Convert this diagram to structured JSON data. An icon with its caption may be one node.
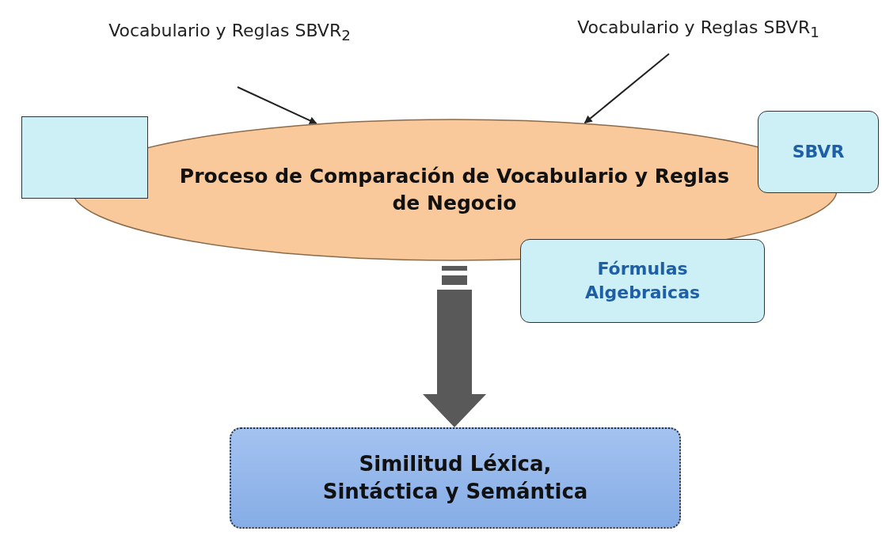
{
  "diagram": {
    "nodes": [
      {
        "text": [
          "Vocabulario y Reglas SBVR$_{2}$"
        ]
      },
      {
        "text": [
          "Vocabulario y Reglas SBVR$_{1}$"
        ]
      },
      {
        "text": [
          "Proceso de Comparación de Vocabulario y Reglas de Negocio"
        ]
      },
      {
        "text": [],
        "shape": "box"
      },
      {
        "text": [
          "SBVR"
        ]
      },
      {
        "text": [
          "Fórmulas Algebraicas"
        ]
      },
      {
        "text": [
          "Similitud Léxica, Sintáctica y Semántica"
        ]
      }
    ],
    "edges": [
      {
        "from": 0,
        "to": 2,
        "arrow": "to"
      },
      {
        "from": 1,
        "to": 2,
        "arrow": "to"
      },
      {
        "from": 2,
        "to": 6,
        "arrow": "to",
        "style": "thick",
        "color": "#595959"
      }
    ]
  }
}
